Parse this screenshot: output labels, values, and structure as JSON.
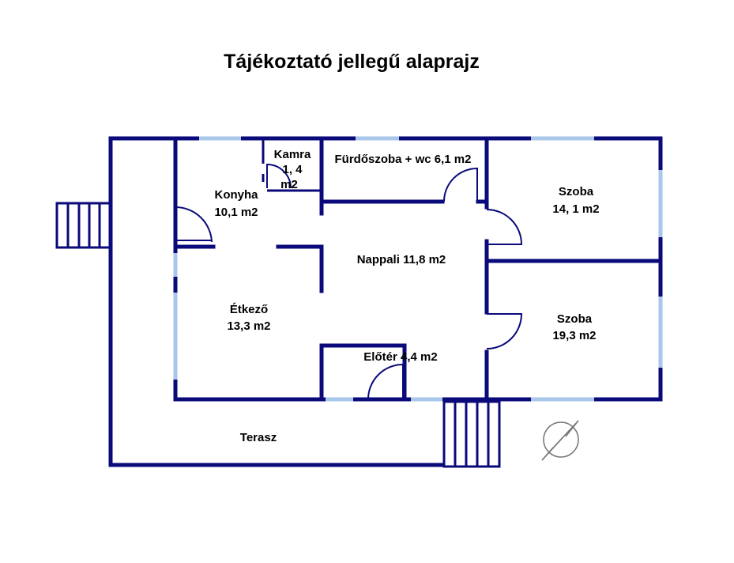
{
  "title": "Tájékoztató jellegű alaprajz",
  "rooms": {
    "kamra": {
      "line1": "Kamra",
      "line2": "1, 4",
      "line3": "m2"
    },
    "konyha": {
      "line1": "Konyha",
      "line2": "10,1 m2"
    },
    "furdo": {
      "line1": "Fürdőszoba + wc 6,1 m2"
    },
    "szoba1": {
      "line1": "Szoba",
      "line2": "14, 1 m2"
    },
    "nappali": {
      "line1": "Nappali 11,8 m2"
    },
    "etkezo": {
      "line1": "Étkező",
      "line2": "13,3 m2"
    },
    "szoba2": {
      "line1": "Szoba",
      "line2": "19,3 m2"
    },
    "eloter": {
      "line1": "Előtér 4,4 m2"
    },
    "terasz": {
      "line1": "Terasz"
    }
  },
  "colors": {
    "wall": "#0a0a7a",
    "window": "#a9c7e8"
  },
  "icons": {
    "compass": "compass-icon"
  }
}
